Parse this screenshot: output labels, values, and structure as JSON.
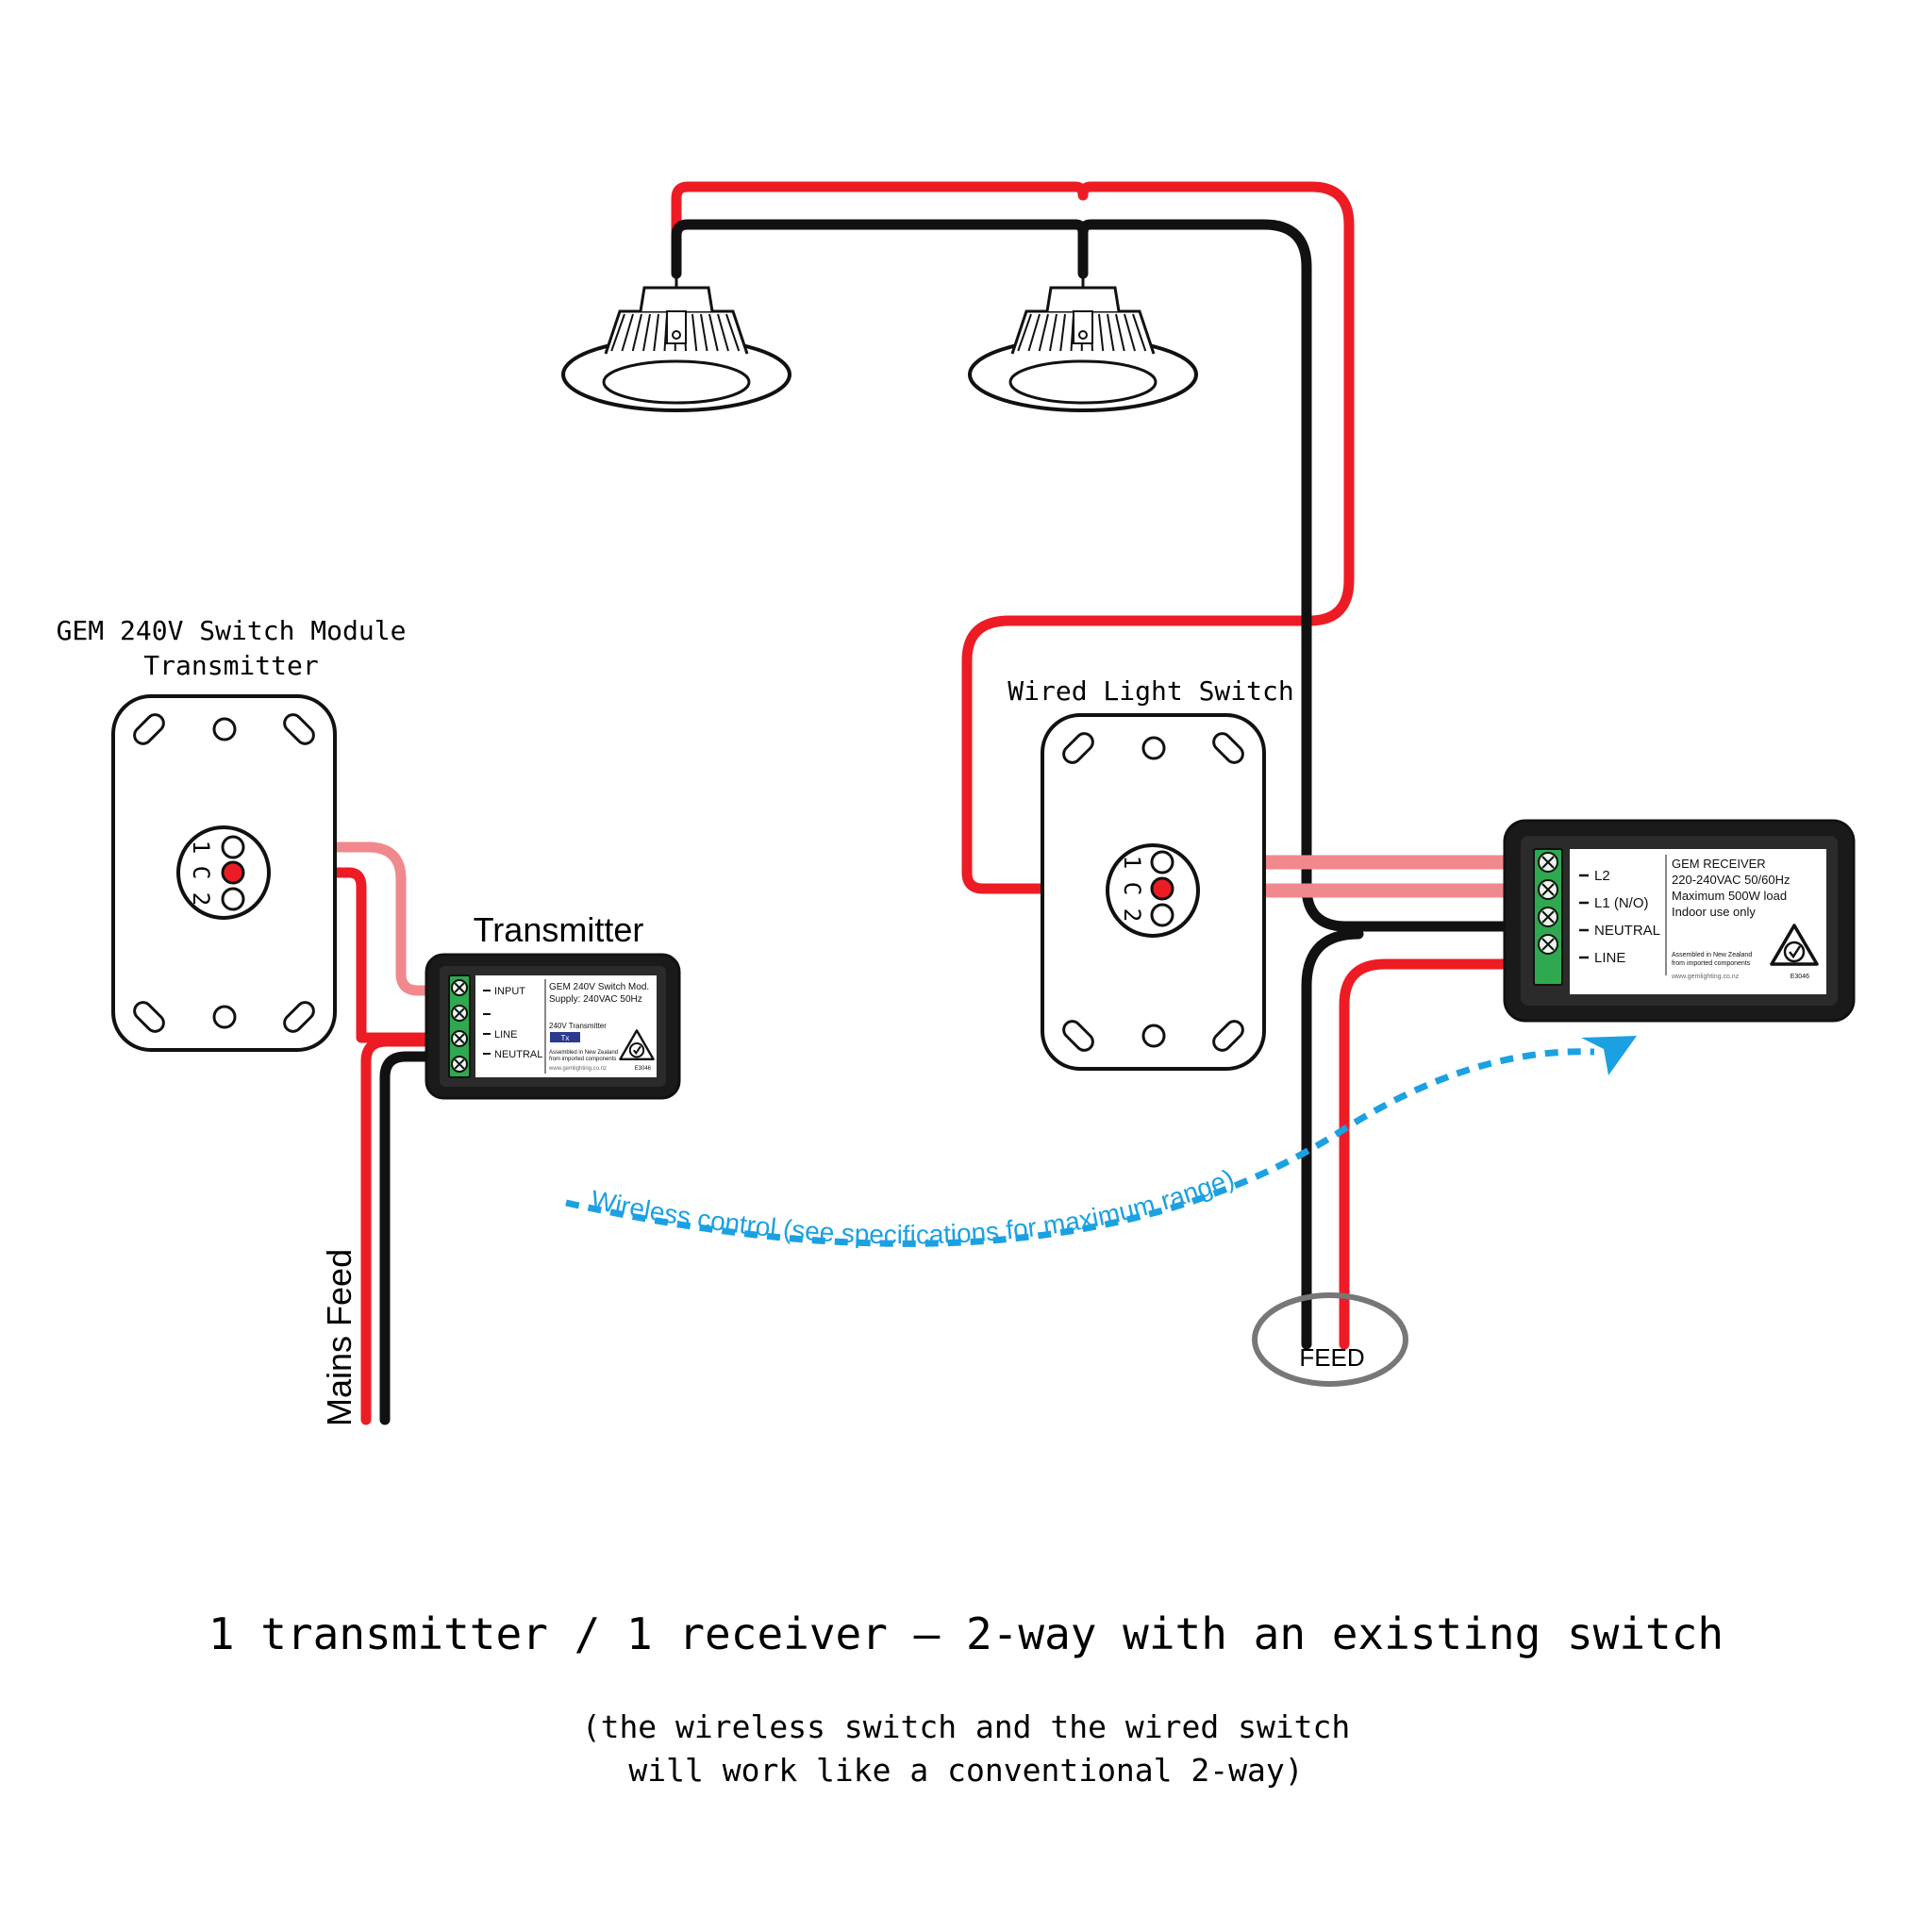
{
  "colors": {
    "live": "#ed1c24",
    "neutral": "#111111",
    "switched": "#f1888d",
    "wireless": "#1ba1e2",
    "terminal": "#2fa84f",
    "outline": "#111111",
    "feed_ring": "#777777"
  },
  "transmitter_switch": {
    "title_line1": "GEM 240V Switch Module",
    "title_line2": "Transmitter",
    "terminals": [
      "1",
      "C",
      "2"
    ]
  },
  "wired_switch": {
    "title": "Wired Light Switch",
    "terminals": [
      "1",
      "C",
      "2"
    ]
  },
  "transmitter": {
    "title": "Transmitter",
    "terminal_labels": [
      "INPUT",
      "",
      "LINE",
      "NEUTRAL"
    ],
    "label_line1": "GEM 240V Switch Mod.",
    "label_line2": "Supply: 240VAC 50Hz",
    "label_line3": "240V Transmitter",
    "badge": "Tx",
    "assembled_line1": "Assembled in New Zealand",
    "assembled_line2": "from imported components",
    "website": "www.gemlighting.co.nz",
    "code": "E3046"
  },
  "receiver": {
    "terminal_labels": [
      "L2",
      "L1 (N/O)",
      "NEUTRAL",
      "LINE"
    ],
    "label_line1": "GEM RECEIVER",
    "label_line2": "220-240VAC 50/60Hz",
    "label_line3": "Maximum 500W load",
    "label_line4": "Indoor use only",
    "assembled_line1": "Assembled in New Zealand",
    "assembled_line2": "from imported components",
    "website": "www.gemlighting.co.nz",
    "code": "E3046"
  },
  "mains_feed_label": "Mains Feed",
  "feed_label": "FEED",
  "wireless_label": "Wireless control (see specifications for maximum range)",
  "icons": [
    "downlight-icon",
    "downlight-icon",
    "rcm-compliance-icon",
    "terminal-screw-icon"
  ],
  "caption": "1 transmitter / 1 receiver – 2-way with an existing switch",
  "subcaption_line1": "(the wireless switch and the wired switch",
  "subcaption_line2": "will work like a conventional 2-way)"
}
